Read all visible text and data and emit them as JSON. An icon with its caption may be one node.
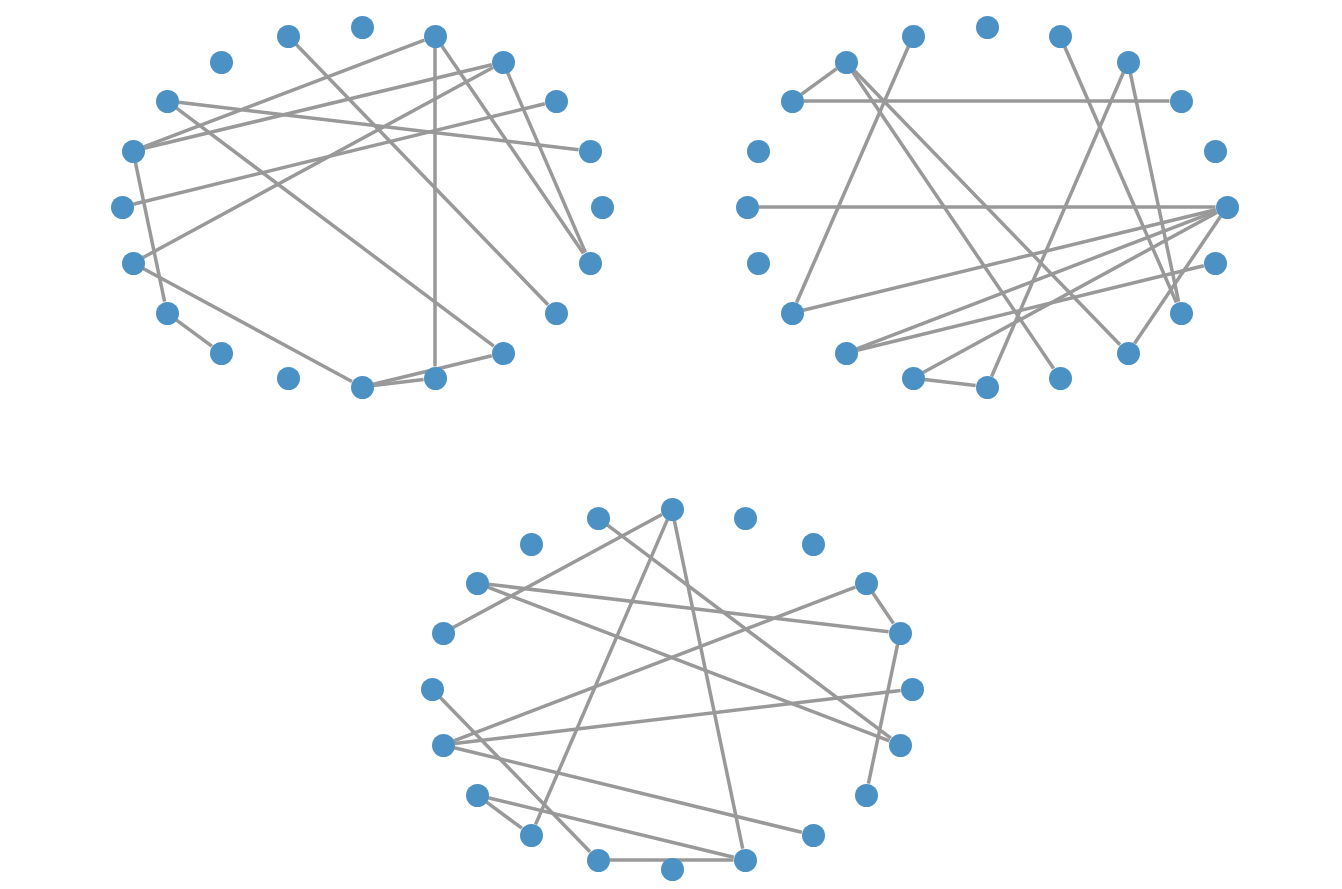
{
  "diagram": {
    "nodes": [
      {
        "text": [],
        "shape": "circle"
      },
      {
        "text": [],
        "shape": "circle"
      },
      {
        "text": [],
        "shape": "circle"
      },
      {
        "text": [],
        "shape": "circle"
      },
      {
        "text": [],
        "shape": "circle"
      },
      {
        "text": [],
        "shape": "circle"
      },
      {
        "text": [],
        "shape": "circle"
      },
      {
        "text": [],
        "shape": "circle"
      },
      {
        "text": [],
        "shape": "circle"
      },
      {
        "text": [],
        "shape": "circle"
      },
      {
        "text": [],
        "shape": "circle"
      },
      {
        "text": [],
        "shape": "circle"
      },
      {
        "text": [],
        "shape": "circle"
      },
      {
        "text": [],
        "shape": "circle"
      },
      {
        "text": [],
        "shape": "circle"
      },
      {
        "text": [],
        "shape": "circle"
      },
      {
        "text": [],
        "shape": "circle"
      },
      {
        "text": [],
        "shape": "circle"
      },
      {
        "text": [],
        "shape": "circle"
      },
      {
        "text": [],
        "shape": "circle"
      },
      {
        "text": [],
        "shape": "circle"
      },
      {
        "text": [],
        "shape": "circle"
      },
      {
        "text": [],
        "shape": "circle"
      },
      {
        "text": [],
        "shape": "circle"
      },
      {
        "text": [],
        "shape": "circle"
      },
      {
        "text": [],
        "shape": "circle"
      },
      {
        "text": [],
        "shape": "circle"
      },
      {
        "text": [],
        "shape": "circle"
      },
      {
        "text": [],
        "shape": "circle"
      },
      {
        "text": [],
        "shape": "circle"
      },
      {
        "text": [],
        "shape": "circle"
      },
      {
        "text": [],
        "shape": "circle"
      },
      {
        "text": [],
        "shape": "circle"
      },
      {
        "text": [],
        "shape": "circle"
      },
      {
        "text": [],
        "shape": "circle"
      },
      {
        "text": [],
        "shape": "circle"
      },
      {
        "text": [],
        "shape": "circle"
      },
      {
        "text": [],
        "shape": "circle"
      },
      {
        "text": [],
        "shape": "circle"
      },
      {
        "text": [],
        "shape": "circle"
      },
      {
        "text": [],
        "shape": "circle"
      },
      {
        "text": [],
        "shape": "circle"
      },
      {
        "text": [],
        "shape": "circle"
      },
      {
        "text": [],
        "shape": "circle"
      },
      {
        "text": [],
        "shape": "circle"
      },
      {
        "text": [],
        "shape": "circle"
      },
      {
        "text": [],
        "shape": "circle"
      },
      {
        "text": [],
        "shape": "circle"
      },
      {
        "text": [],
        "shape": "circle"
      },
      {
        "text": [],
        "shape": "circle"
      },
      {
        "text": [],
        "shape": "circle"
      },
      {
        "text": [],
        "shape": "circle"
      },
      {
        "text": [],
        "shape": "circle"
      },
      {
        "text": [],
        "shape": "circle"
      },
      {
        "text": [],
        "shape": "circle"
      },
      {
        "text": [],
        "shape": "circle"
      },
      {
        "text": [],
        "shape": "circle"
      },
      {
        "text": [],
        "shape": "circle"
      },
      {
        "text": [],
        "shape": "circle"
      },
      {
        "text": [],
        "shape": "circle"
      }
    ],
    "edges": [
      {
        "from": 1,
        "to": 14,
        "arrow": "none"
      },
      {
        "from": 2,
        "to": 18,
        "arrow": "none"
      },
      {
        "from": 2,
        "to": 7,
        "arrow": "none"
      },
      {
        "from": 2,
        "to": 12,
        "arrow": "none"
      },
      {
        "from": 4,
        "to": 7,
        "arrow": "none"
      },
      {
        "from": 4,
        "to": 11,
        "arrow": "none"
      },
      {
        "from": 4,
        "to": 12,
        "arrow": "none"
      },
      {
        "from": 6,
        "to": 9,
        "arrow": "none"
      },
      {
        "from": 5,
        "to": 8,
        "arrow": "none"
      },
      {
        "from": 5,
        "to": 16,
        "arrow": "none"
      },
      {
        "from": 7,
        "to": 13,
        "arrow": "none"
      },
      {
        "from": 13,
        "to": 15,
        "arrow": "none"
      },
      {
        "from": 11,
        "to": 19,
        "arrow": "none"
      },
      {
        "from": 19,
        "to": 18,
        "arrow": "none"
      },
      {
        "from": 19,
        "to": 16,
        "arrow": "none"
      },
      {
        "from": 23,
        "to": 25,
        "arrow": "none"
      },
      {
        "from": 23,
        "to": 36,
        "arrow": "none"
      },
      {
        "from": 23,
        "to": 38,
        "arrow": "none"
      },
      {
        "from": 21,
        "to": 33,
        "arrow": "none"
      },
      {
        "from": 25,
        "to": 26,
        "arrow": "none"
      },
      {
        "from": 29,
        "to": 30,
        "arrow": "none"
      },
      {
        "from": 22,
        "to": 34,
        "arrow": "none"
      },
      {
        "from": 24,
        "to": 34,
        "arrow": "none"
      },
      {
        "from": 24,
        "to": 39,
        "arrow": "none"
      },
      {
        "from": 30,
        "to": 33,
        "arrow": "none"
      },
      {
        "from": 30,
        "to": 35,
        "arrow": "none"
      },
      {
        "from": 30,
        "to": 37,
        "arrow": "none"
      },
      {
        "from": 30,
        "to": 36,
        "arrow": "none"
      },
      {
        "from": 32,
        "to": 35,
        "arrow": "none"
      },
      {
        "from": 37,
        "to": 39,
        "arrow": "none"
      },
      {
        "from": 40,
        "to": 47,
        "arrow": "none"
      },
      {
        "from": 40,
        "to": 55,
        "arrow": "none"
      },
      {
        "from": 40,
        "to": 58,
        "arrow": "none"
      },
      {
        "from": 41,
        "to": 52,
        "arrow": "none"
      },
      {
        "from": 45,
        "to": 48,
        "arrow": "none"
      },
      {
        "from": 45,
        "to": 52,
        "arrow": "none"
      },
      {
        "from": 46,
        "to": 48,
        "arrow": "none"
      },
      {
        "from": 46,
        "to": 51,
        "arrow": "none"
      },
      {
        "from": 48,
        "to": 54,
        "arrow": "none"
      },
      {
        "from": 50,
        "to": 51,
        "arrow": "none"
      },
      {
        "from": 51,
        "to": 56,
        "arrow": "none"
      },
      {
        "from": 49,
        "to": 57,
        "arrow": "none"
      },
      {
        "from": 53,
        "to": 55,
        "arrow": "none"
      },
      {
        "from": 53,
        "to": 58,
        "arrow": "none"
      },
      {
        "from": 57,
        "to": 58,
        "arrow": "none"
      }
    ]
  }
}
